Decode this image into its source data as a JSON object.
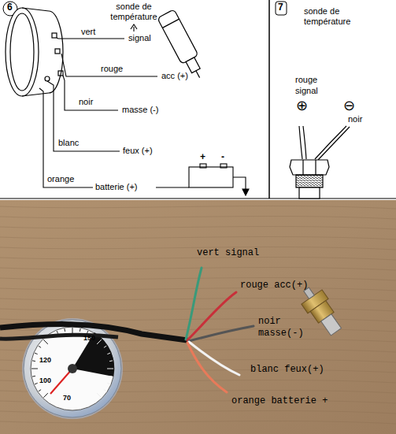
{
  "diagram": {
    "labels": [
      "6",
      "sonde de température",
      "vert",
      "signal",
      "rouge",
      "acc (+)",
      "noir",
      "masse (-)",
      "blanc",
      "feux (+)",
      "orange",
      "batterie (+)",
      "+",
      "-",
      "7",
      "sonde de température",
      "rouge",
      "signal",
      "⊕",
      "⊖",
      "noir",
      "vert signal",
      "rouge acc(+)",
      "noir",
      "masse(-)",
      "blanc feux(+)",
      "orange batterie +",
      "150",
      "120",
      "100",
      "70"
    ]
  }
}
